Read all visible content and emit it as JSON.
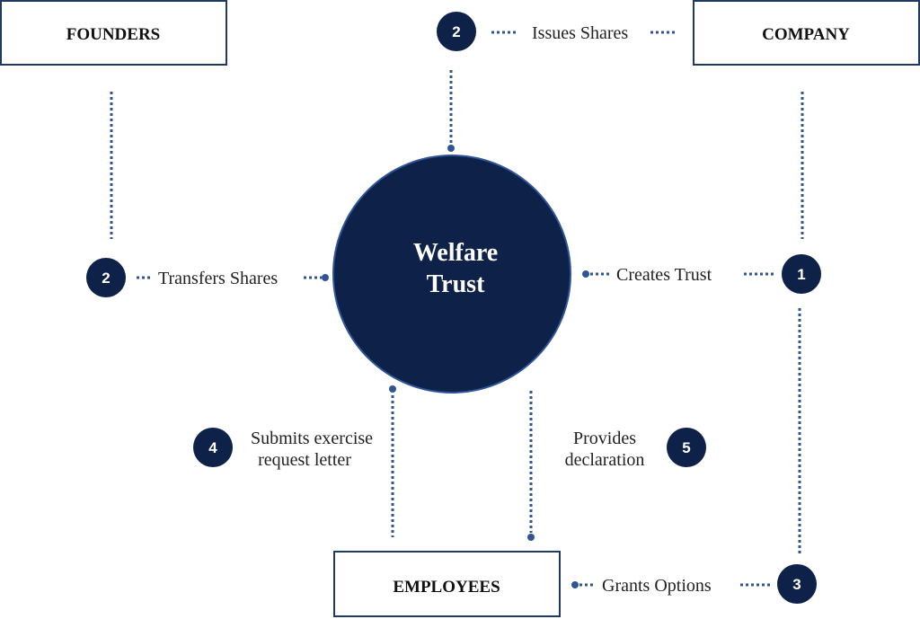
{
  "entities": {
    "founders": "FOUNDERS",
    "company": "COMPANY",
    "employees": "EMPLOYEES",
    "trust_line1": "Welfare",
    "trust_line2": "Trust"
  },
  "steps": [
    {
      "number": "1",
      "label": "Creates Trust"
    },
    {
      "number": "2",
      "label": "Issues Shares"
    },
    {
      "number": "2",
      "label": "Transfers Shares"
    },
    {
      "number": "3",
      "label": "Grants Options"
    },
    {
      "number": "4",
      "label_line1": "Submits exercise",
      "label_line2": "request letter"
    },
    {
      "number": "5",
      "label_line1": "Provides",
      "label_line2": "declaration"
    }
  ],
  "colors": {
    "navy": "#0e2149",
    "dots": "#2f5597",
    "border": "#1f3864"
  }
}
